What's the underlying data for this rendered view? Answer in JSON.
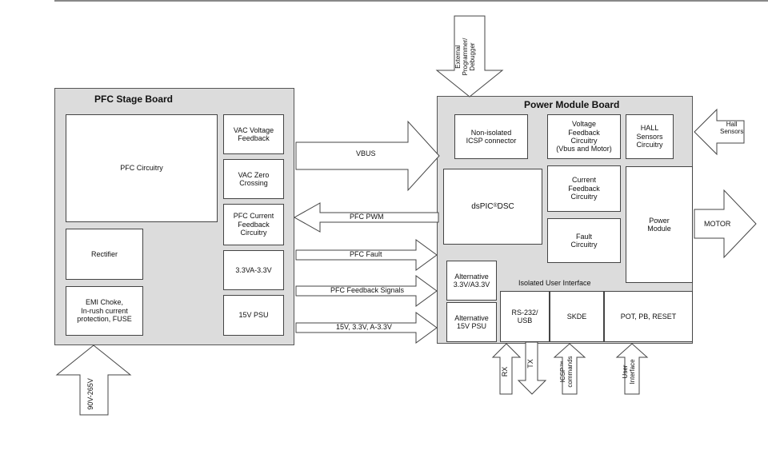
{
  "pfc_board": {
    "title": "PFC Stage Board",
    "pfc_circuitry": "PFC Circuitry",
    "vac_voltage_feedback": "VAC Voltage\nFeedback",
    "vac_zero_crossing": "VAC Zero\nCrossing",
    "pfc_current_feedback": "PFC Current\nFeedback\nCircuitry",
    "rail_33v": "3.3VA-3.3V",
    "psu_15v": "15V PSU",
    "rectifier": "Rectifier",
    "emi_choke": "EMI Choke,\nIn-rush current\nprotection, FUSE"
  },
  "power_module_board": {
    "title": "Power Module Board",
    "non_isolated_icsp": "Non-isolated\nICSP connector",
    "voltage_feedback": "Voltage\nFeedback\nCircuitry\n(Vbus and Motor)",
    "hall_sensors_circuitry": "HALL\nSensors\nCircuitry",
    "dspic_prefix": "dsPIC",
    "dspic_sup": "®",
    "dspic_suffix": " DSC",
    "current_feedback": "Current\nFeedback\nCircuitry",
    "fault_circuitry": "Fault\nCircuitry",
    "power_module": "Power\nModule",
    "alt_33v": "Alternative\n3.3V/A3.3V",
    "alt_15v": "Alternative\n15V PSU",
    "isolated_ui": "Isolated User Interface",
    "rs232_usb": "RS-232/\nUSB",
    "skde": "SKDE",
    "pot_pb_reset": "POT, PB, RESET"
  },
  "signals": {
    "vbus": "VBUS",
    "pfc_pwm": "PFC PWM",
    "pfc_fault": "PFC Fault",
    "pfc_feedback": "PFC Feedback Signals",
    "rails": "15V, 3.3V, A-3.3V"
  },
  "external": {
    "programmer": "External\nProgrammer/\nDebugger",
    "hall_sensors": "Hall\nSensors",
    "motor": "MOTOR",
    "ac_input": "90V-265V",
    "rx": "RX",
    "tx": "TX",
    "icsp_commands": "ICSP™\ncommands",
    "user_interface": "User\nInterface"
  }
}
